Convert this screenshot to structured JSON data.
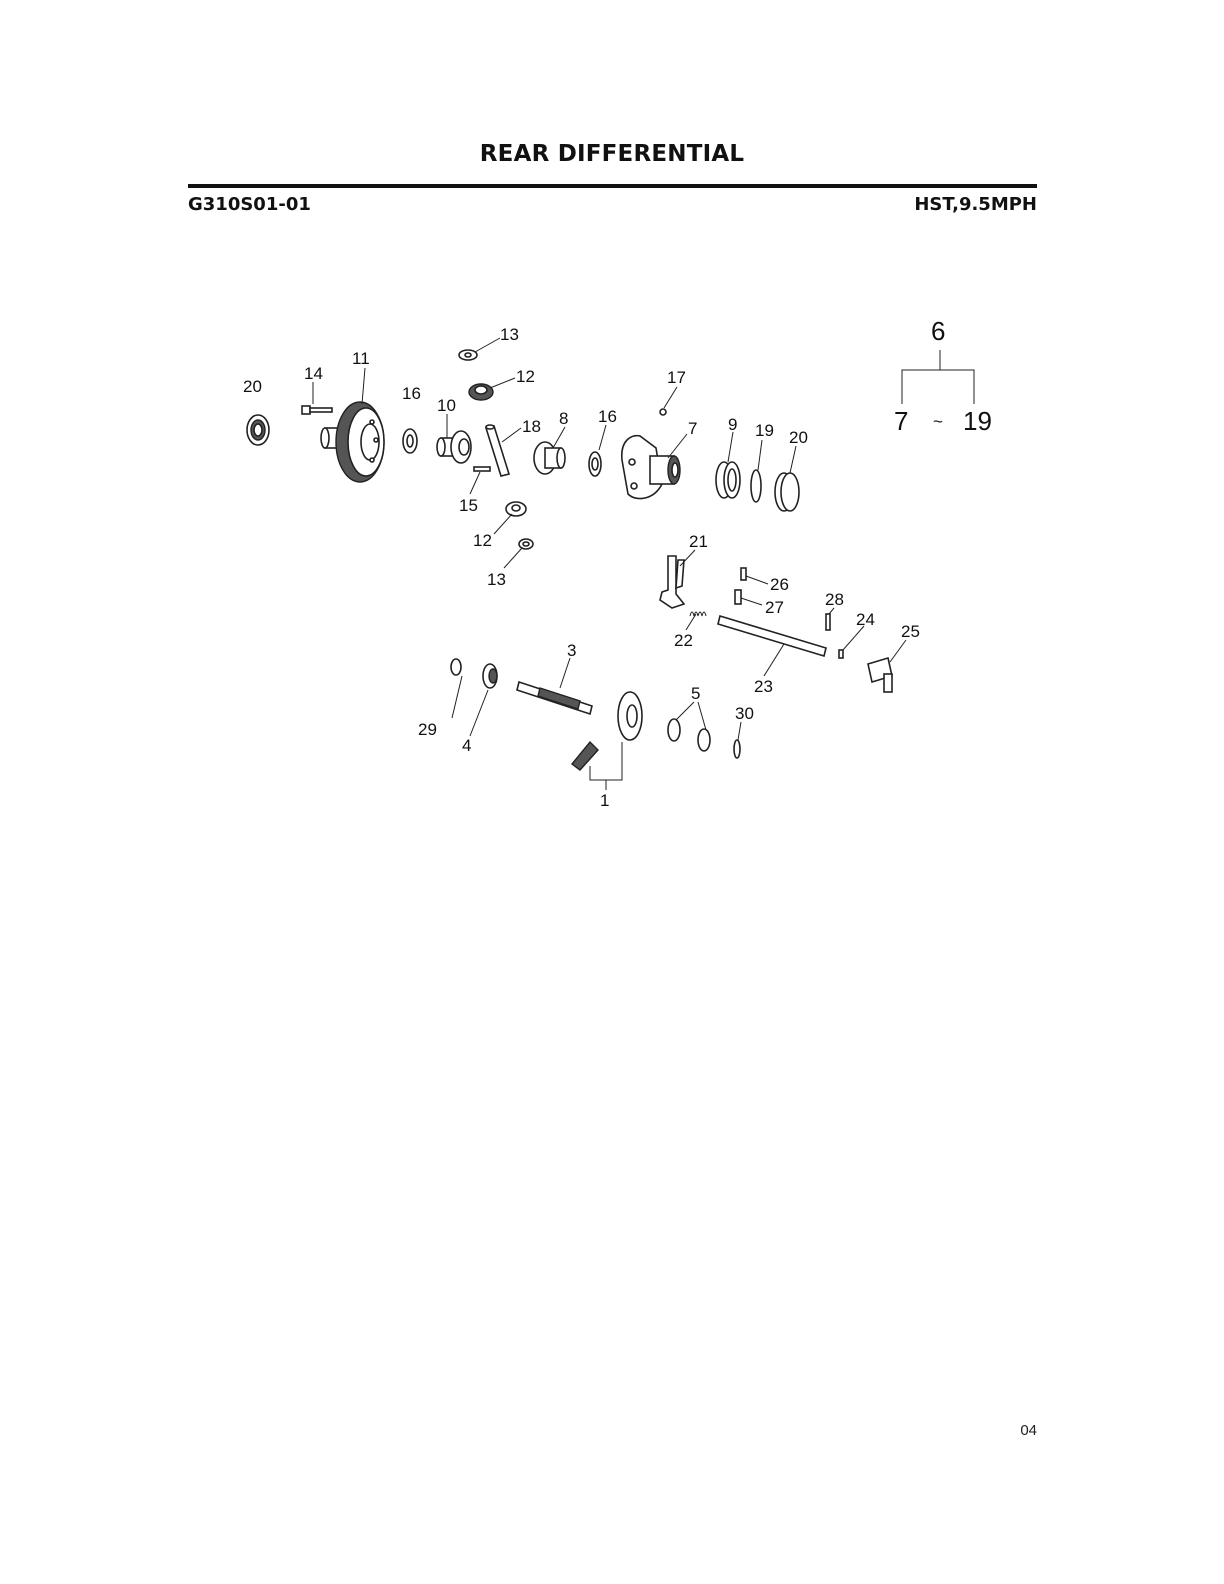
{
  "page": {
    "title": "REAR DIFFERENTIAL",
    "code": "G310S01-01",
    "spec": "HST,9.5MPH",
    "page_number": "04"
  },
  "assembly_key": {
    "parent": "6",
    "range_start": "7",
    "range_sep": "~",
    "range_end": "19"
  },
  "callouts": {
    "c13a": "13",
    "c12a": "12",
    "c11": "11",
    "c14": "14",
    "c20a": "20",
    "c16a": "16",
    "c10": "10",
    "c18": "18",
    "c8": "8",
    "c16b": "16",
    "c17": "17",
    "c7": "7",
    "c9": "9",
    "c19": "19",
    "c20b": "20",
    "c15": "15",
    "c12b": "12",
    "c13b": "13",
    "c21": "21",
    "c26": "26",
    "c27": "27",
    "c28": "28",
    "c24": "24",
    "c25": "25",
    "c22": "22",
    "c23": "23",
    "c3": "3",
    "c29": "29",
    "c4": "4",
    "c5": "5",
    "c30": "30",
    "c1": "1"
  }
}
